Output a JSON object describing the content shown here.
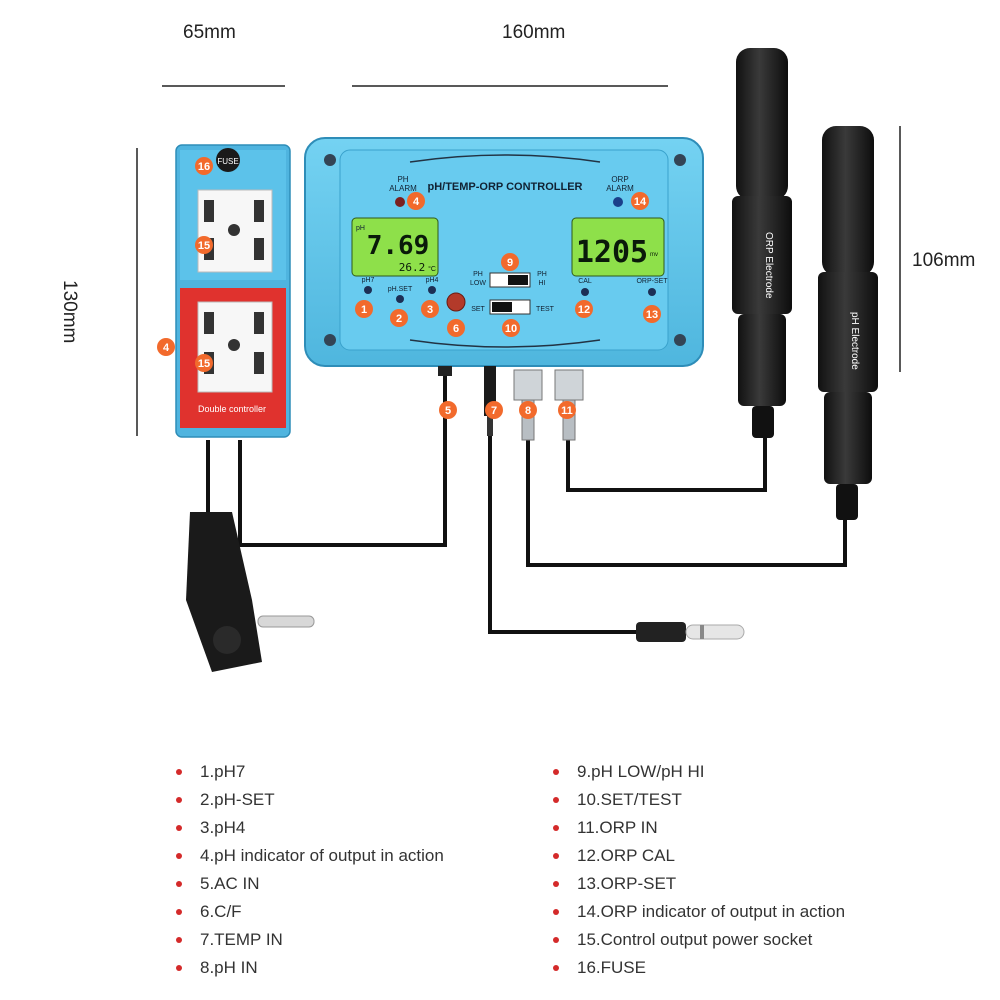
{
  "dimensions": {
    "width_small": "65mm",
    "width_main": "160mm",
    "height_small": "130mm",
    "height_probe": "106mm"
  },
  "controller": {
    "title": "pH/TEMP-ORP CONTROLLER",
    "ph_alarm": [
      "PH",
      "ALARM"
    ],
    "orp_alarm": [
      "ORP",
      "ALARM"
    ],
    "ph_value": "7.69",
    "temp_value": "26.2",
    "temp_unit": "°C",
    "orp_value": "1205",
    "orp_unit": "mv",
    "lcd_ph_label": "pH",
    "btn_ph7": "pH7",
    "btn_phset": "pH.SET",
    "btn_ph4": "pH4",
    "btn_cal": "CAL",
    "btn_orpset": "ORP-SET",
    "switch_ph_low": [
      "PH",
      "LOW"
    ],
    "switch_ph_hi": [
      "PH",
      "HI"
    ],
    "switch_set": "SET",
    "switch_test": "TEST"
  },
  "socket_box": {
    "fuse_label": "FUSE",
    "bottom_label": "Double controller"
  },
  "probes": {
    "orp_label": "ORP Electrode",
    "ph_label": "pH Electrode"
  },
  "callouts": [
    "1",
    "2",
    "3",
    "4",
    "5",
    "6",
    "7",
    "8",
    "9",
    "10",
    "11",
    "12",
    "13",
    "14",
    "15",
    "16"
  ],
  "legend": {
    "left": [
      "1.pH7",
      "2.pH-SET",
      "3.pH4",
      "4.pH indicator of output in action",
      "5.AC IN",
      "6.C/F",
      "7.TEMP IN",
      "8.pH IN"
    ],
    "right": [
      "9.pH LOW/pH HI",
      "10.SET/TEST",
      "11.ORP IN",
      "12.ORP CAL",
      "13.ORP-SET",
      "14.ORP indicator of output in action",
      "15.Control output power socket",
      "16.FUSE"
    ]
  },
  "colors": {
    "device_blue": "#5fc6ea",
    "lcd_green": "#8ee04a",
    "callout_orange": "#f26a2c",
    "socket_red": "#e0322e",
    "bullet_red": "#d42a2a"
  }
}
